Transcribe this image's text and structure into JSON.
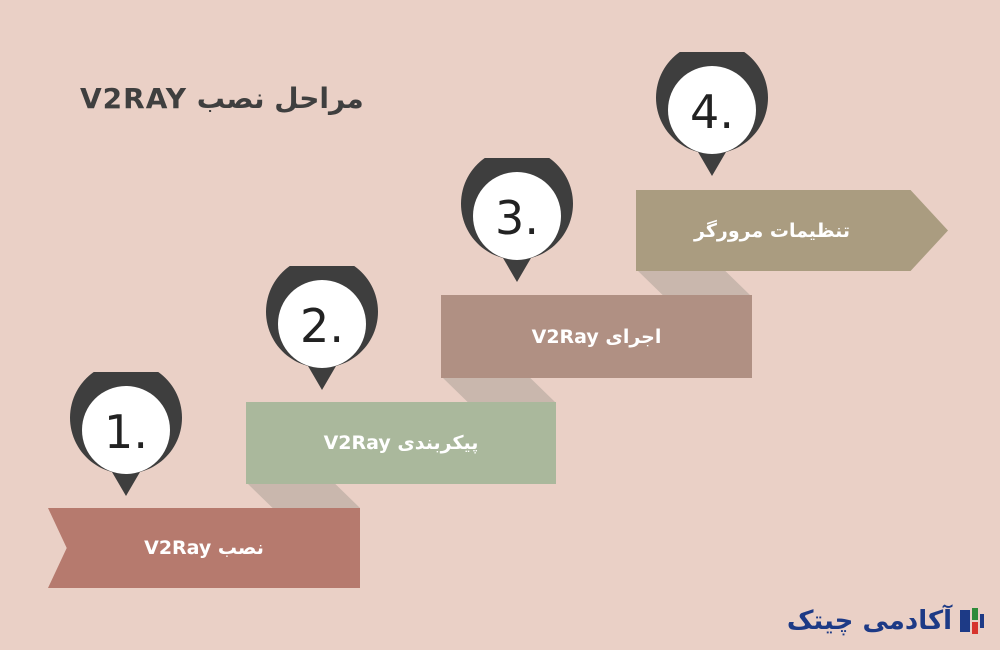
{
  "title": "مراحل نصب V2RAY",
  "steps": [
    {
      "number": "1.",
      "label": "نصب V2Ray",
      "color": "#b67a6e"
    },
    {
      "number": "2.",
      "label": "پیکربندی V2Ray",
      "color": "#aab89c"
    },
    {
      "number": "3.",
      "label": "اجرای V2Ray",
      "color": "#b09083"
    },
    {
      "number": "4.",
      "label": "تنظیمات مرورگر",
      "color": "#aa9c80"
    }
  ],
  "pin_color": "#3e3e3e",
  "logo": {
    "text": "آکادمی چیتک",
    "icon": "logo-mark-icon"
  }
}
